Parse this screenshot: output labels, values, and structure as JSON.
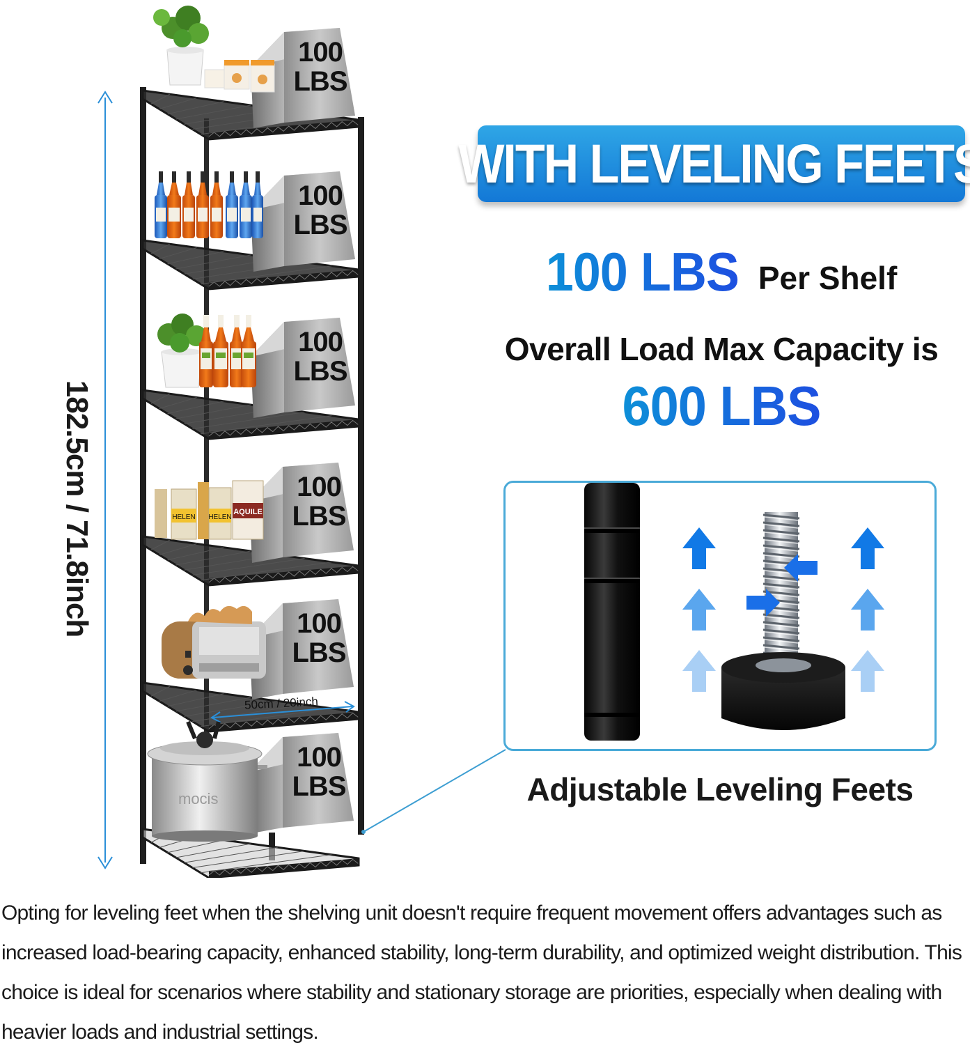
{
  "height_label": "182.5cm / 71.8inch",
  "width_label": "50cm / 20inch",
  "shelf_weight_boxes": [
    {
      "line1": "100",
      "line2": "LBS"
    },
    {
      "line1": "100",
      "line2": "LBS"
    },
    {
      "line1": "100",
      "line2": "LBS"
    },
    {
      "line1": "100",
      "line2": "LBS"
    },
    {
      "line1": "100",
      "line2": "LBS"
    },
    {
      "line1": "100",
      "line2": "LBS"
    }
  ],
  "product_labels": {
    "can_label": "HELEN",
    "can_label_2": "AQUILE",
    "pot_brand": "mocis"
  },
  "banner": {
    "title": "WITH LEVELING FEETS"
  },
  "capacity": {
    "per_shelf_value": "100 LBS",
    "per_shelf_label": "Per Shelf",
    "overall_label": "Overall Load Max Capacity is",
    "overall_value": "600 LBS"
  },
  "detail": {
    "caption": "Adjustable Leveling Feets"
  },
  "description": "Opting for leveling feet when the shelving unit doesn't require frequent movement offers advantages such as increased load-bearing capacity, enhanced stability, long-term durability, and optimized weight distribution. This choice is ideal for scenarios where stability and stationary storage are priorities, especially when dealing with heavier loads and industrial settings.",
  "colors": {
    "accent_blue": "#1378d6",
    "light_blue": "#2fa6e6",
    "frame_border": "#4aaad8",
    "shelf_metal": "#1e1e1e",
    "weight_box": "#a9a9a9"
  }
}
